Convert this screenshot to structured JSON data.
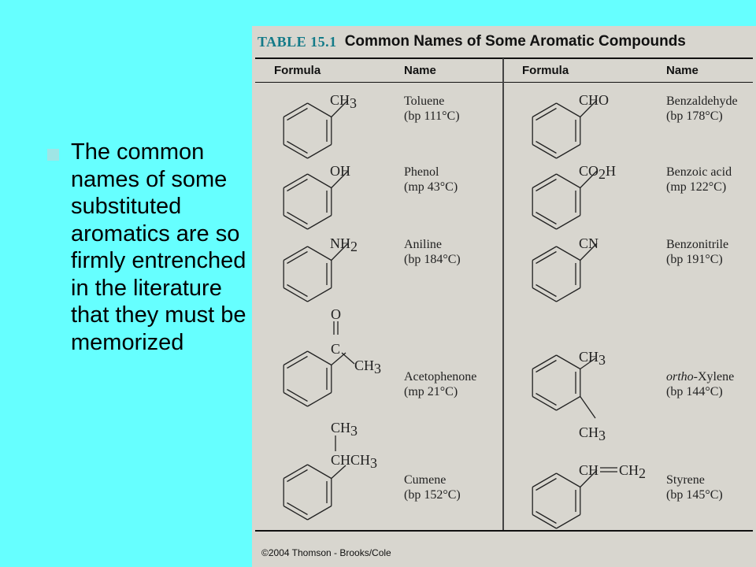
{
  "slide": {
    "bullet_text": "The common names of some substituted aromatics are so firmly entrenched in the literature that they must be memorized"
  },
  "table": {
    "label": "TABLE 15.1",
    "title": "Common Names of Some Aromatic Compounds",
    "col_formula_left": "Formula",
    "col_name_left": "Name",
    "col_formula_right": "Formula",
    "col_name_right": "Name",
    "compounds": [
      {
        "name": "Toluene",
        "prop": "(bp 111°C)"
      },
      {
        "name": "Phenol",
        "prop": "(mp 43°C)"
      },
      {
        "name": "Aniline",
        "prop": "(bp 184°C)"
      },
      {
        "name": "Acetophenone",
        "prop": "(mp 21°C)"
      },
      {
        "name": "Cumene",
        "prop": "(bp 152°C)"
      },
      {
        "name": "Benzaldehyde",
        "prop": "(bp 178°C)"
      },
      {
        "name": "Benzoic acid",
        "prop": "(mp 122°C)"
      },
      {
        "name": "Benzonitrile",
        "prop": "(bp 191°C)"
      },
      {
        "name_italic": "ortho",
        "name_rest": "-Xylene",
        "prop": "(bp 144°C)"
      },
      {
        "name": "Styrene",
        "prop": "(bp 145°C)"
      }
    ],
    "formulas": {
      "toluene": {
        "main": "CH",
        "sub": "3"
      },
      "phenol": {
        "main": "OH"
      },
      "aniline": {
        "main": "NH",
        "sub": "2"
      },
      "acetophenone": {
        "o": "O",
        "c": "C",
        "ch": "CH",
        "sub": "3"
      },
      "cumene": {
        "top_main": "CH",
        "top_sub": "3",
        "mid_main": "CHCH",
        "mid_sub": "3"
      },
      "benzaldehyde": {
        "main": "CHO"
      },
      "benzoic": {
        "main": "CO",
        "sub": "2",
        "tail": "H"
      },
      "benzonitrile": {
        "main": "CN"
      },
      "xylene": {
        "top_main": "CH",
        "top_sub": "3",
        "bot_main": "CH",
        "bot_sub": "3"
      },
      "styrene": {
        "a": "CH",
        "b": "CH",
        "sub": "2"
      }
    },
    "copyright": "©2004 Thomson - Brooks/Cole"
  }
}
